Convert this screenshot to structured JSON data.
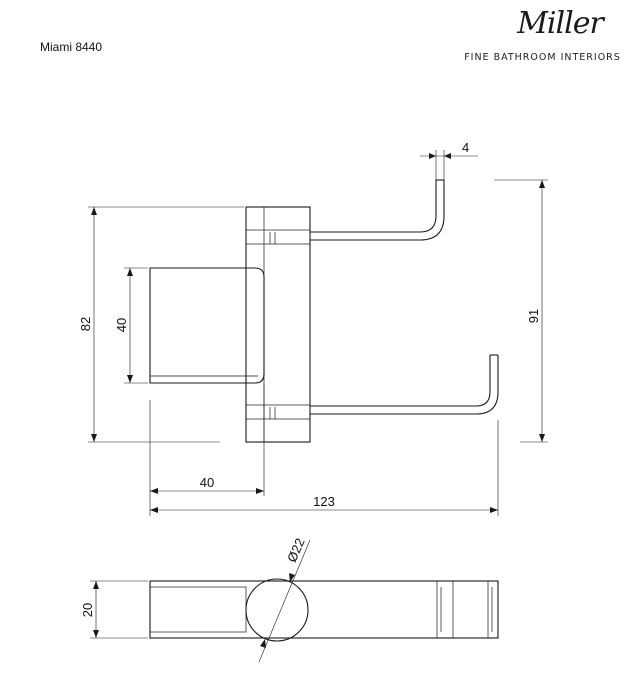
{
  "header": {
    "product_code": "Miami 8440",
    "brand_name": "Miller",
    "brand_tagline": "FINE BATHROOM INTERIORS"
  },
  "dimensions": {
    "hook_thickness": "4",
    "total_height": "91",
    "base_height": "82",
    "plate_height": "40",
    "plate_depth": "40",
    "total_depth": "123",
    "hinge_diameter": "Ø22",
    "bottom_width": "20"
  }
}
